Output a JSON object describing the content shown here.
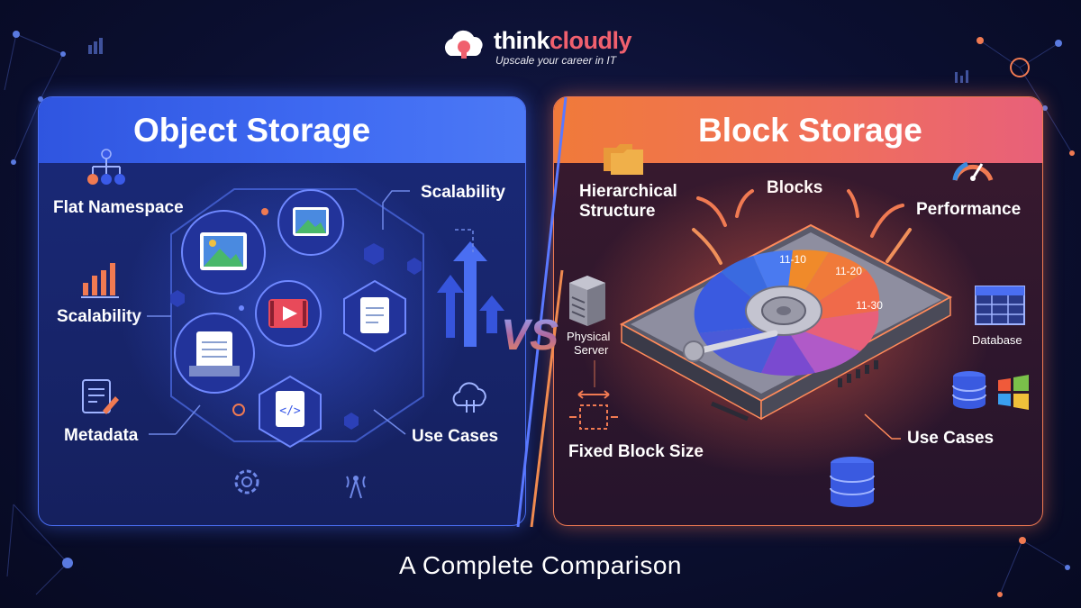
{
  "brand": {
    "name_part1": "think",
    "name_part2": "cloudly",
    "tagline": "Upscale your career in IT"
  },
  "left_panel": {
    "title": "Object Storage",
    "labels": {
      "flat_namespace": "Flat Namespace",
      "scalability_left": "Scalability",
      "metadata": "Metadata",
      "scalability_right": "Scalability",
      "use_cases": "Use Cases"
    }
  },
  "right_panel": {
    "title": "Block Storage",
    "labels": {
      "hierarchical_structure_line1": "Hierarchical",
      "hierarchical_structure_line2": "Structure",
      "blocks": "Blocks",
      "performance": "Performance",
      "physical_server_line1": "Physical",
      "physical_server_line2": "Server",
      "database": "Database",
      "fixed_block_size": "Fixed Block Size",
      "use_cases": "Use Cases"
    },
    "disk_segments": [
      "11-10",
      "11-20",
      "11-30"
    ]
  },
  "vs": "VS",
  "subtitle": "A Complete Comparison",
  "colors": {
    "object_accent": "#3f6af2",
    "block_accent": "#f07a52",
    "brand_red": "#f0606e"
  }
}
